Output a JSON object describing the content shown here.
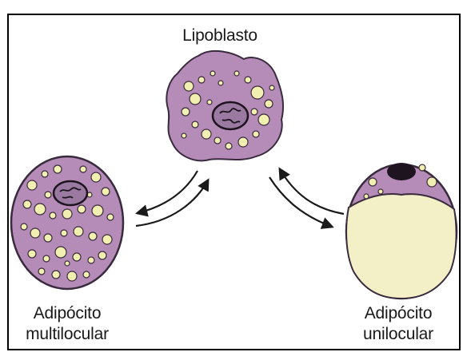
{
  "labels": {
    "lipoblast": "Lipoblasto",
    "multilocular_line1": "Adipócito",
    "multilocular_line2": "multilocular",
    "unilocular_line1": "Adipócito",
    "unilocular_line2": "unilocular"
  },
  "colors": {
    "frame": "#000000",
    "cytoplasm": "#b48cb7",
    "cell_outline": "#3a2a3e",
    "vacuole_fill": "#f3efc6",
    "lipid_droplet": "#f2f0b0",
    "nucleus_fill": "#9a7aa0",
    "nucleus_dark": "#1e1420",
    "arrow": "#1a1a1a"
  }
}
